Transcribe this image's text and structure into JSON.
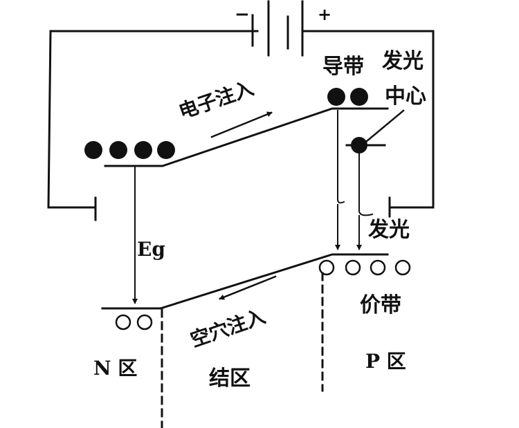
{
  "diagram": {
    "title": "LED PN junction light emission band diagram",
    "battery": {
      "negative_sign": "−",
      "positive_sign": "+"
    },
    "labels": {
      "conduction_band": "导带",
      "luminescence_center_line1": "发光",
      "luminescence_center_line2": "中心",
      "electron_injection": "电子注入",
      "hole_injection": "空穴注入",
      "band_gap": "Eg",
      "light_emission": "发光",
      "valence_band": "价带",
      "n_region": "N 区",
      "junction_region": "结区",
      "p_region": "P 区"
    },
    "particles": {
      "n_side_electrons": 4,
      "p_side_electrons": 2,
      "n_side_holes": 2,
      "p_side_holes": 4
    },
    "colors": {
      "ink": "#111111",
      "background": "#ffffff"
    }
  }
}
